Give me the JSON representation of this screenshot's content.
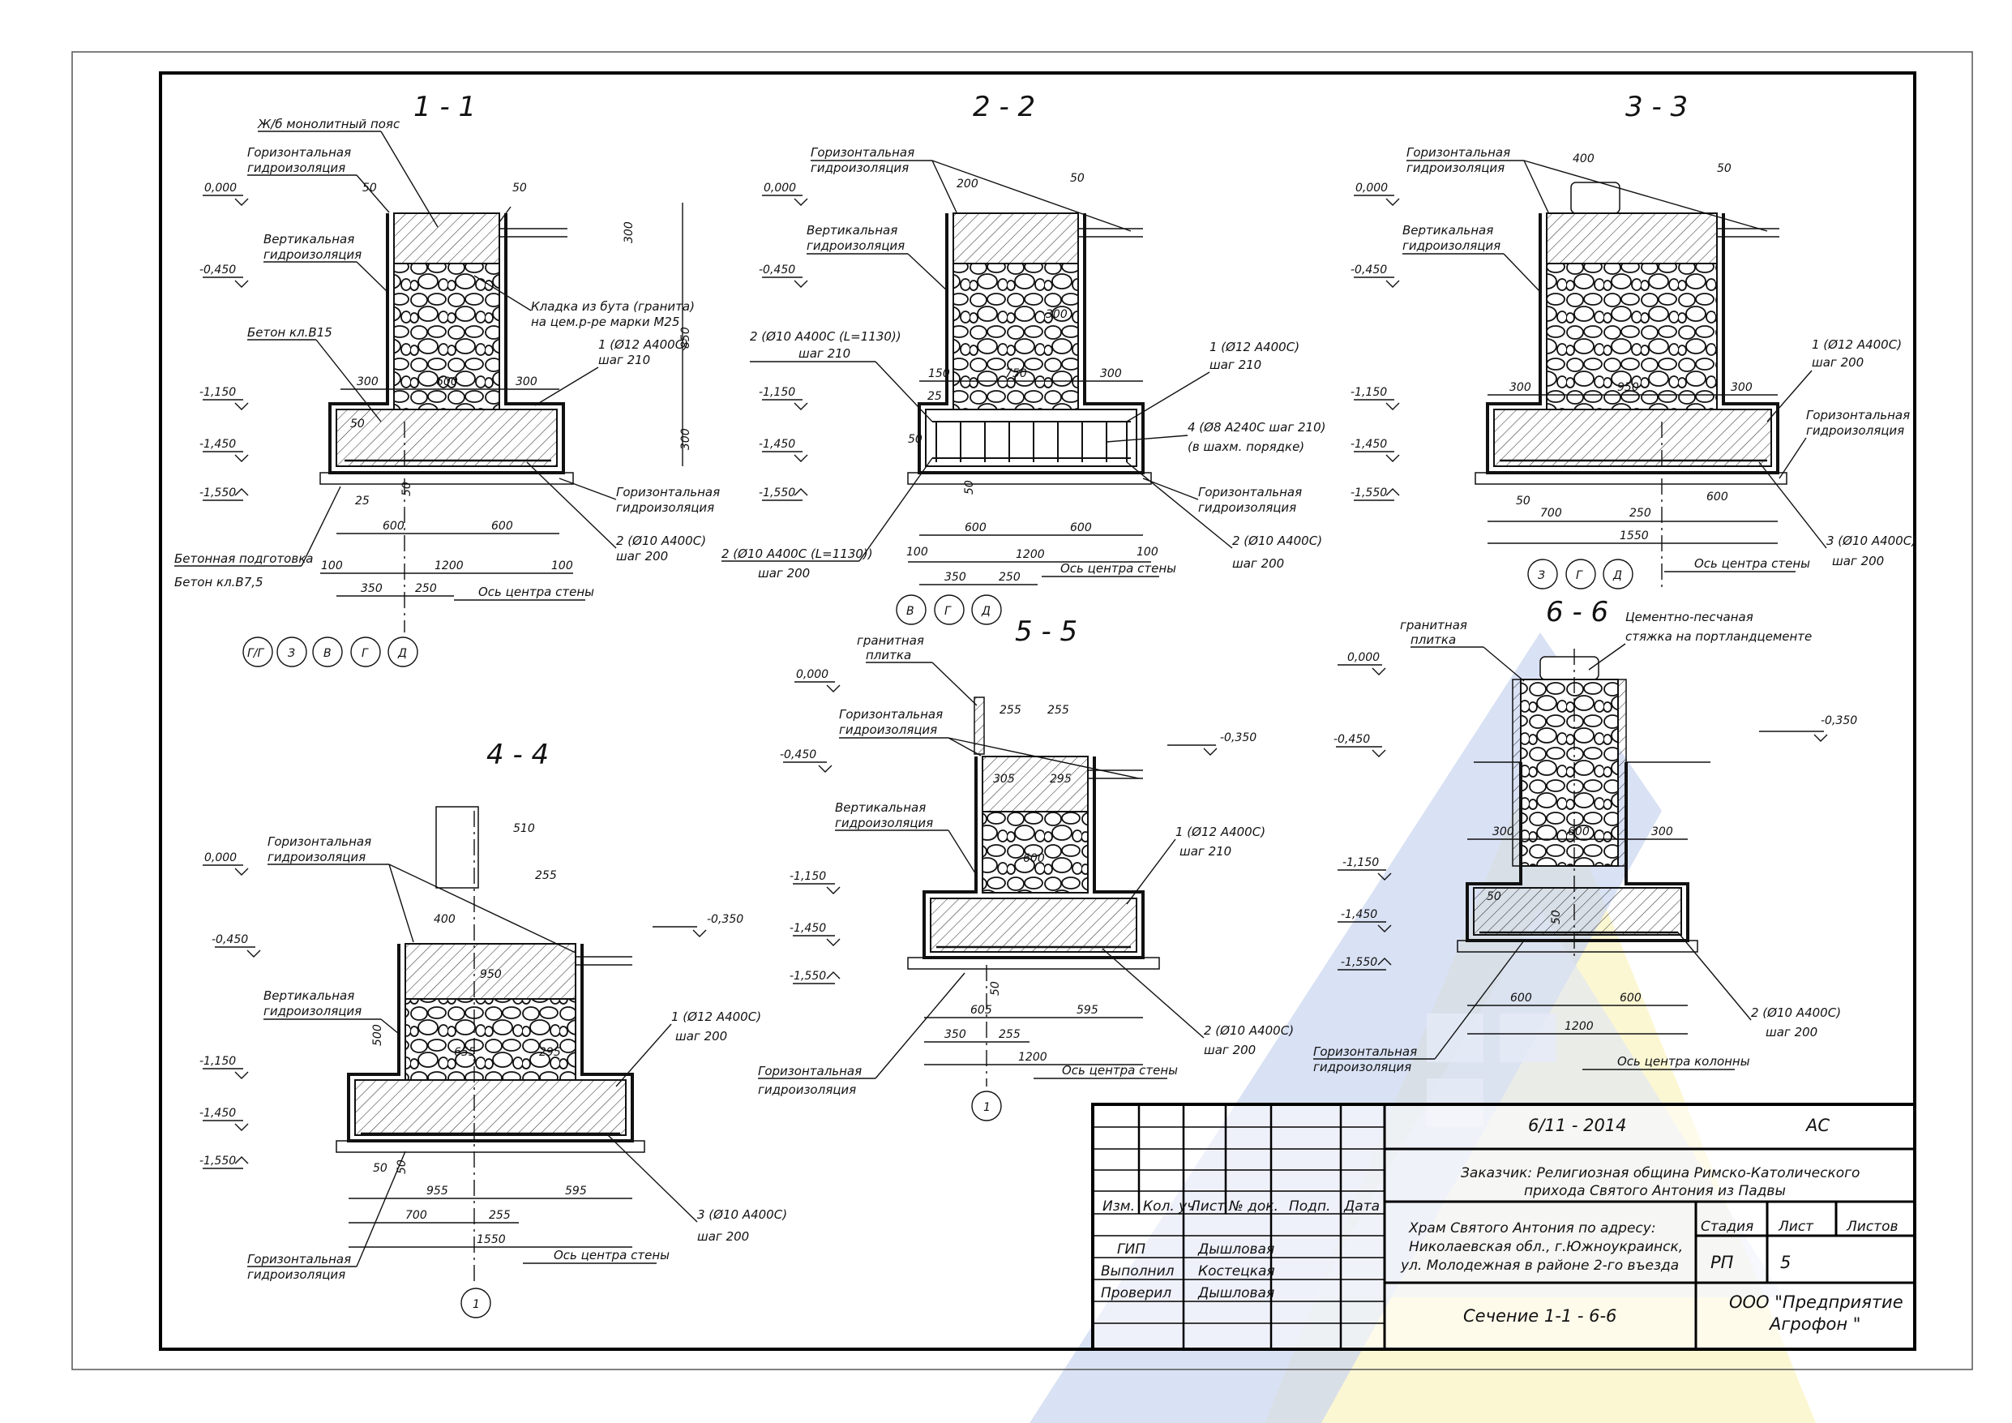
{
  "sheet": {
    "code": "6/11 - 2014",
    "mark": "АС"
  },
  "sections": [
    {
      "id": "s11",
      "title": "1 - 1"
    },
    {
      "id": "s22",
      "title": "2 - 2"
    },
    {
      "id": "s33",
      "title": "3 - 3"
    },
    {
      "id": "s44",
      "title": "4 - 4"
    },
    {
      "id": "s55",
      "title": "5 - 5"
    },
    {
      "id": "s66",
      "title": "6 - 6"
    }
  ],
  "labels": {
    "monolith_belt": "Ж/б монолитный пояс",
    "horiz_wp_1": "Горизонтальная",
    "horiz_wp_2": "гидроизоляция",
    "vert_wp_1": "Вертикальная",
    "vert_wp_2": "гидроизоляция",
    "masonry_1": "Кладка из бута (гранита)",
    "masonry_2": "на цем.р-ре марки М25",
    "concrete_b15": "Бетон кл.В15",
    "concrete_prep": "Бетонная подготовка",
    "concrete_b75": "Бетон кл.В7,5",
    "wall_axis": "Ось центра стены",
    "column_axis": "Ось центра колонны",
    "granite_tile_1": "гранитная",
    "granite_tile_2": "плитка",
    "screed_1": "Цементно-песчаная",
    "screed_2": "стяжка на портландцементе",
    "rebar_1_12_400_210": "1 (Ø12 А400С)",
    "step_210": "шаг 210",
    "step_200": "шаг 200",
    "rebar_2_10_400": "2 (Ø10 А400С)",
    "rebar_3_10_400": "3 (Ø10 А400С)",
    "rebar_2_10_L": "2 (Ø10 А400С (L=1130))",
    "rebar_4_8": "4 (Ø8 А240С шаг 210)",
    "rebar_4_8b": "(в шахм. порядке)"
  },
  "levels": {
    "l0": "0,000",
    "l045": "-0,450",
    "l115": "-1,150",
    "l145": "-1,450",
    "l155": "-1,550",
    "l035": "-0,350"
  },
  "dims": {
    "d50": "50",
    "d300": "300",
    "d600": "600",
    "d850": "850",
    "d25": "25",
    "d1200": "1200",
    "d100": "100",
    "d350": "350",
    "d250": "250",
    "d200": "200",
    "d150": "150",
    "d750": "750",
    "d400": "400",
    "d950": "950",
    "d700": "700",
    "d1550": "1550",
    "d510": "510",
    "d255": "255",
    "d655": "655",
    "d295": "295",
    "d955": "955",
    "d595": "595",
    "d500": "500",
    "d305": "305",
    "d605": "605"
  },
  "axes_markers": {
    "s11": [
      "Г/Г",
      "З",
      "В",
      "Г",
      "Д"
    ],
    "s22": [
      "В",
      "Г",
      "Д"
    ],
    "s33": [
      "З",
      "Г",
      "Д"
    ],
    "s44": [
      "1"
    ],
    "s55": [
      "1"
    ]
  },
  "title_block": {
    "cols": [
      "Изм.",
      "Кол. уч",
      "Лист",
      "№ док.",
      "Подп.",
      "Дата"
    ],
    "roles": [
      {
        "role": "ГИП",
        "name": "Дышловая"
      },
      {
        "role": "Выполнил",
        "name": "Костецкая"
      },
      {
        "role": "Проверил",
        "name": "Дышловая"
      }
    ],
    "customer_1": "Заказчик: Религиозная община Римско-Католического",
    "customer_2": "прихода Святого Антония из Падвы",
    "object_1": "Храм Святого Антония по адресу:",
    "object_2": "Николаевская обл., г.Южноукраинск,",
    "object_3": "ул. Молодежная в районе 2-го въезда",
    "stage_h": "Стадия",
    "sheet_h": "Лист",
    "sheets_h": "Листов",
    "stage": "РП",
    "sheet_no": "5",
    "drawing": "Сечение 1-1 - 6-6",
    "company_1": "ООО \"Предприятие",
    "company_2": "Агрофон \""
  },
  "colors": {
    "watermark_blue": "#c9d4f0",
    "watermark_yellow": "#fbf5c8"
  }
}
